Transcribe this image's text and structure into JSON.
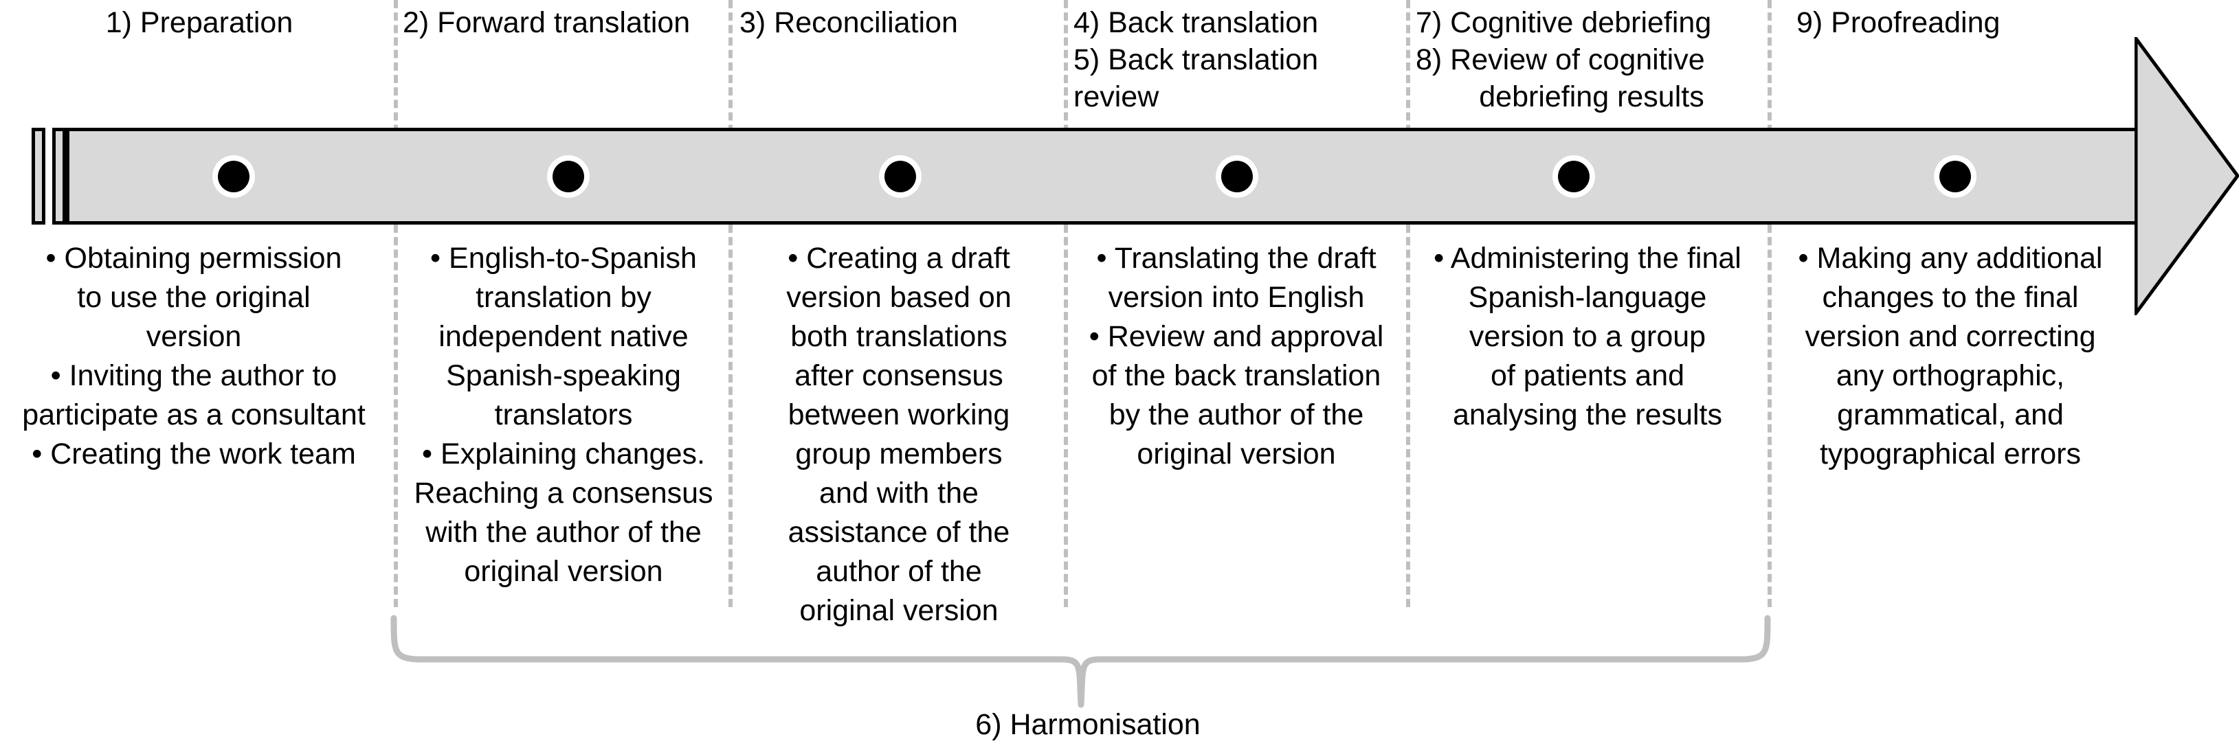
{
  "diagram": {
    "title": "Cross-cultural adaptation / translation process flow",
    "colors": {
      "arrow_fill": "#d9d9d9",
      "arrow_stroke": "#000000",
      "divider": "#bfbfbf",
      "brace": "#bfbfbf",
      "text": "#000000",
      "background": "#ffffff",
      "dot_fill": "#000000",
      "dot_ring": "#ffffff"
    },
    "arrow": {
      "name": "process-arrow",
      "direction": "right",
      "milestone_count": 6
    },
    "stages": [
      {
        "id": "stage-1",
        "header_lines": [
          "1) Preparation"
        ],
        "header_align": "center",
        "bullets": [
          "Obtaining permission to use the original version",
          "Inviting the author to participate as a consultant",
          "Creating the work team"
        ],
        "body_lines": [
          "• Obtaining permission",
          "to use the original",
          "version",
          "• Inviting the author to",
          "participate as a consultant",
          "• Creating the work team"
        ]
      },
      {
        "id": "stage-2",
        "header_lines": [
          "2) Forward translation"
        ],
        "header_align": "left",
        "bullets": [
          "English-to-Spanish translation by independent native Spanish-speaking translators",
          "Explaining changes. Reaching a consensus with the author of the original version"
        ],
        "body_lines": [
          "• English-to-Spanish",
          "translation by",
          "independent native",
          "Spanish-speaking",
          "translators",
          "• Explaining changes.",
          "Reaching a consensus",
          "with the author of the",
          "original version"
        ]
      },
      {
        "id": "stage-3",
        "header_lines": [
          "3) Reconciliation"
        ],
        "header_align": "left",
        "bullets": [
          "Creating a draft version based on both translations after consensus between working group members and with the assistance of the author of the original version"
        ],
        "body_lines": [
          "• Creating a draft",
          "version based on",
          "both translations",
          "after consensus",
          "between working",
          "group members",
          "and with the",
          "assistance of the",
          "author of the",
          "original version"
        ]
      },
      {
        "id": "stage-4",
        "header_lines": [
          "4) Back translation",
          "5) Back translation",
          "review"
        ],
        "header_align": "left",
        "bullets": [
          "Translating the draft version into English",
          "Review and approval of the back translation by the author of the original version"
        ],
        "body_lines": [
          "• Translating the draft",
          "version into English",
          "• Review and approval",
          "of the back translation",
          "by the author of the",
          "original version"
        ]
      },
      {
        "id": "stage-5",
        "header_lines": [
          "7) Cognitive debriefing",
          "8) Review of cognitive",
          "debriefing results"
        ],
        "header_align": "left",
        "bullets": [
          "Administering the final Spanish-language version to a group of patients and analysing the results"
        ],
        "body_lines": [
          "• Administering the final",
          "Spanish-language",
          "version to a group",
          "of patients and",
          "analysing the results"
        ]
      },
      {
        "id": "stage-6",
        "header_lines": [
          "9) Proofreading"
        ],
        "header_align": "left",
        "bullets": [
          "Making any additional changes to the final version and correcting any orthographic, grammatical, and typographical errors"
        ],
        "body_lines": [
          "• Making any additional",
          "changes to the final",
          "version and correcting",
          "any orthographic,",
          "grammatical, and",
          "typographical errors"
        ]
      }
    ],
    "brace": {
      "label": "6) Harmonisation",
      "spans_stages": [
        "stage-2",
        "stage-3",
        "stage-4",
        "stage-5"
      ]
    }
  }
}
